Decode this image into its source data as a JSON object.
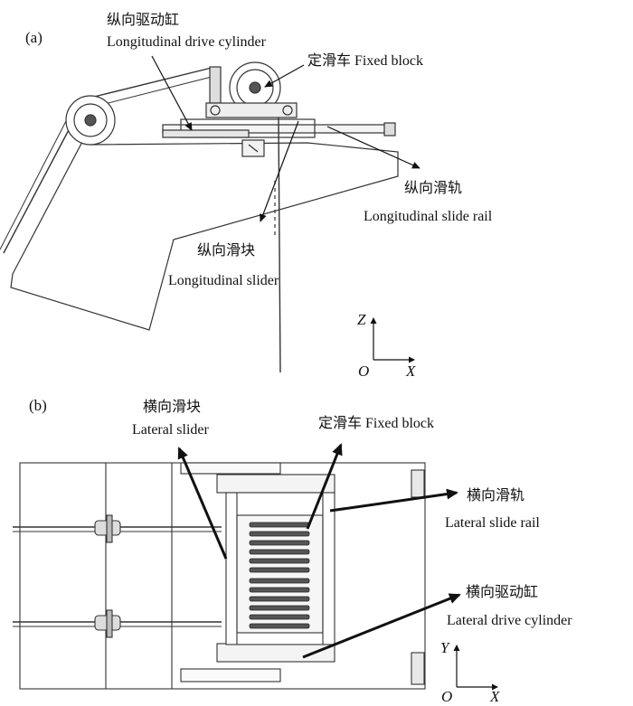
{
  "panel_a": {
    "panel_label": "(a)",
    "labels": {
      "cylinder_zh": "纵向驱动缸",
      "cylinder_en": "Longitudinal drive cylinder",
      "pulley": "定滑车 Fixed block",
      "rail_zh": "纵向滑轨",
      "rail_en": "Longitudinal slide rail",
      "slider_zh": "纵向滑块",
      "slider_en": "Longitudinal slider"
    },
    "axes": {
      "vertical": "Z",
      "origin": "O",
      "horizontal": "X"
    }
  },
  "panel_b": {
    "panel_label": "(b)",
    "labels": {
      "slider_zh": "横向滑块",
      "slider_en": "Lateral slider",
      "pulley": "定滑车 Fixed block",
      "rail_zh": "横向滑轨",
      "rail_en": "Lateral  slide rail",
      "cylinder_zh": "横向驱动缸",
      "cylinder_en": "Lateral  drive cylinder"
    },
    "axes": {
      "vertical": "Y",
      "origin": "O",
      "horizontal": "X"
    }
  }
}
